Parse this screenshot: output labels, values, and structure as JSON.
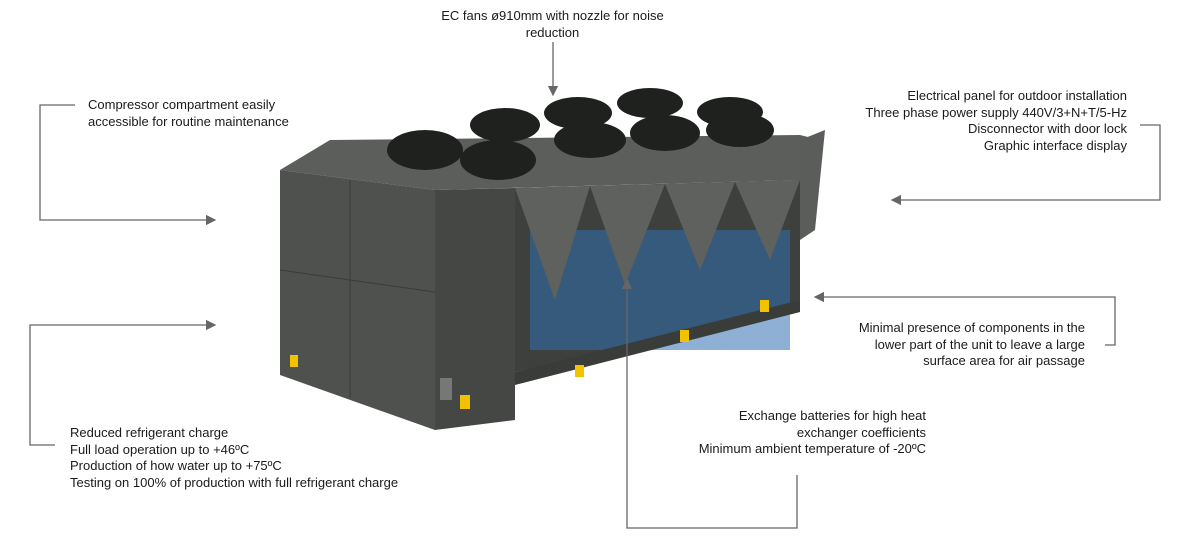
{
  "annotations": {
    "fans": {
      "lines": [
        "EC fans ø910mm with nozzle for noise",
        "reduction"
      ]
    },
    "compressor": {
      "lines": [
        "Compressor compartment easily",
        "accessible for routine maintenance"
      ]
    },
    "electrical": {
      "lines": [
        "Electrical panel for outdoor installation",
        "Three phase power supply 440V/3+N+T/5-Hz",
        "Disconnector with door lock",
        "Graphic interface display"
      ]
    },
    "minimal": {
      "lines": [
        "Minimal presence of components  in the",
        "lower part of the unit to leave a large",
        "surface area for air passage"
      ]
    },
    "exchange": {
      "lines": [
        "Exchange batteries for high heat",
        "exchanger coefficients",
        "Minimum ambient temperature of -20ºC"
      ]
    },
    "refrigerant": {
      "lines": [
        "Reduced refrigerant charge",
        "Full load operation up to +46ºC",
        "Production of how water up to +75ºC",
        "Testing on 100% of production with full refrigerant charge"
      ]
    }
  },
  "colors": {
    "body": "#4a4d4a",
    "line": "#6b6b6b",
    "coil": "#2f6fb0",
    "foot": "#f2c200"
  }
}
